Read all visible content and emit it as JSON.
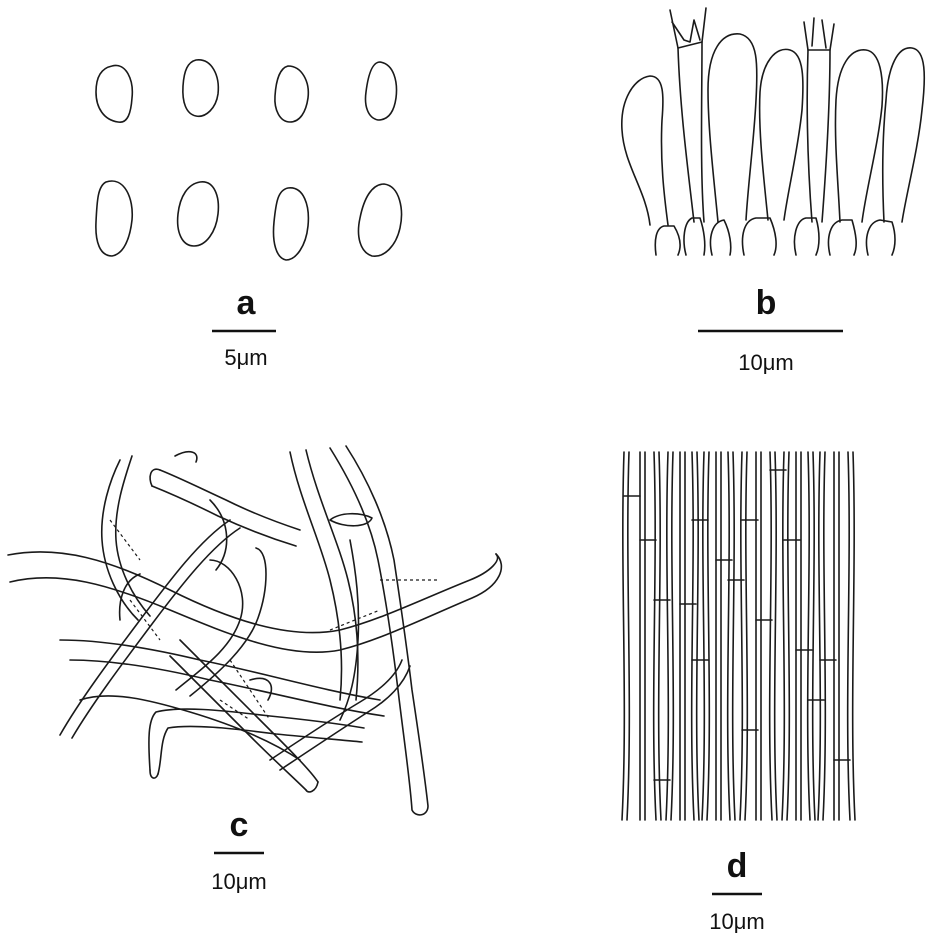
{
  "panels": [
    {
      "id": "a",
      "letter": "a",
      "scale": "5μm"
    },
    {
      "id": "b",
      "letter": "b",
      "scale": "10μm"
    },
    {
      "id": "c",
      "letter": "c",
      "scale": "10μm"
    },
    {
      "id": "d",
      "letter": "d",
      "scale": "10μm"
    }
  ]
}
